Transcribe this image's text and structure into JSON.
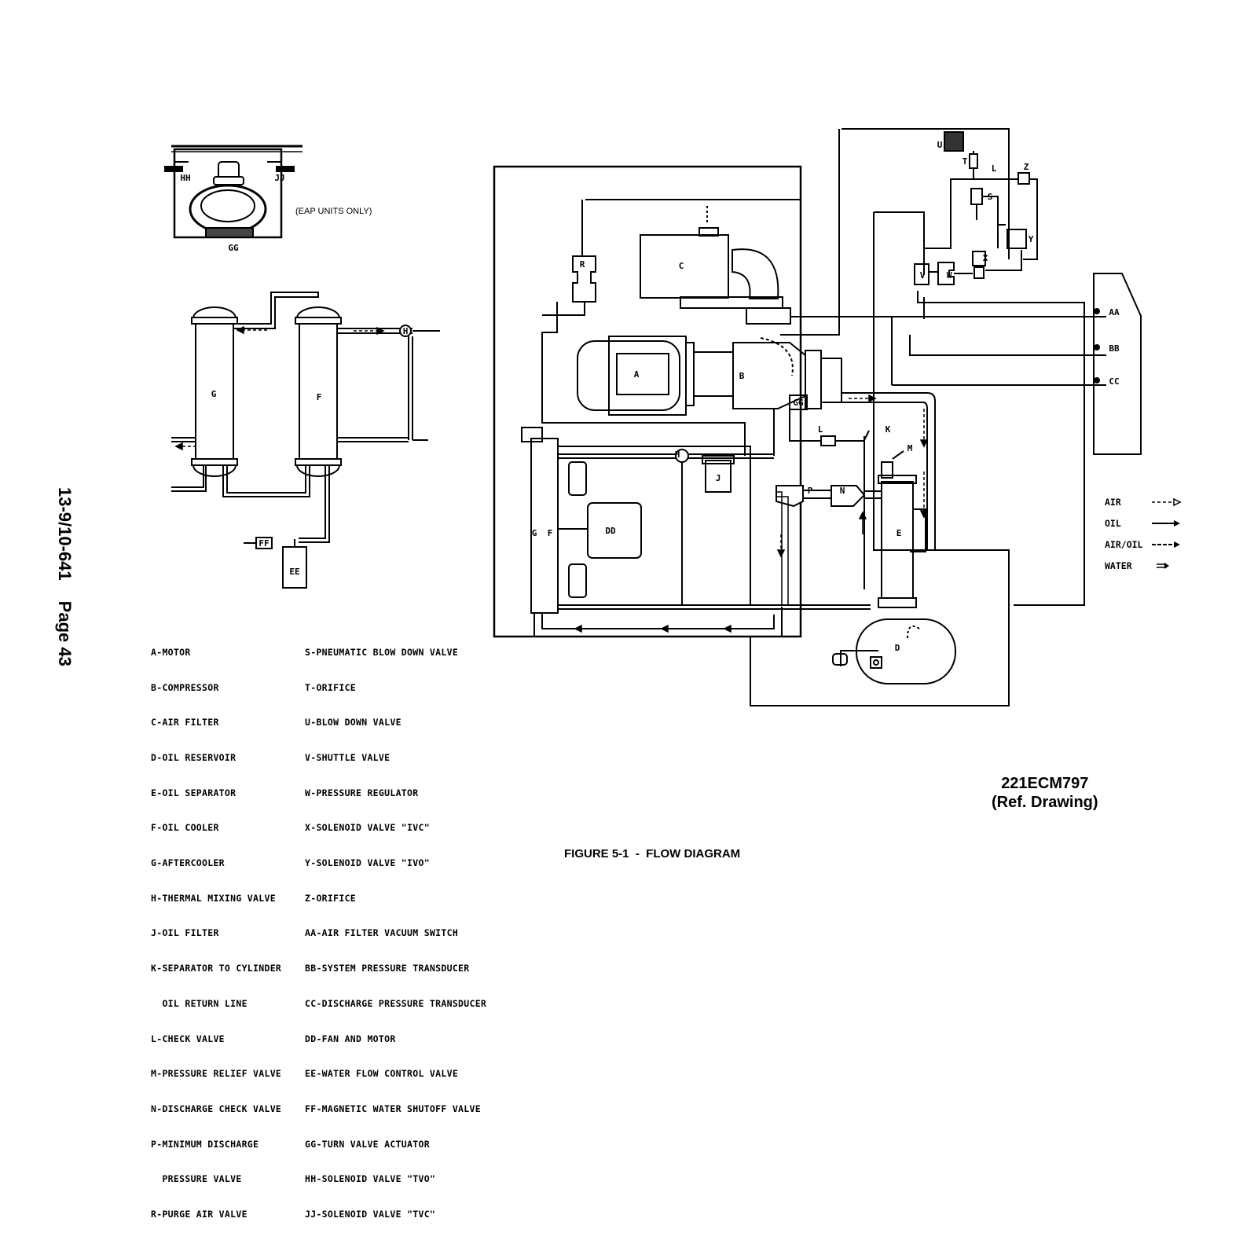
{
  "side_header": {
    "doc_number": "13-9/10-641",
    "page": "Page 43"
  },
  "eap_note": "(EAP UNITS ONLY)",
  "component_labels": {
    "A": "A",
    "B": "B",
    "C": "C",
    "D": "D",
    "E": "E",
    "F": "F",
    "G": "G",
    "H": "H",
    "J": "J",
    "K": "K",
    "L": "L",
    "M": "M",
    "N": "N",
    "P": "P",
    "R": "R",
    "S": "S",
    "T": "T",
    "U": "U",
    "V": "V",
    "W": "W",
    "X": "X",
    "Y": "Y",
    "Z": "Z",
    "AA": "AA",
    "BB": "BB",
    "CC": "CC",
    "DD": "DD",
    "EE": "EE",
    "FF": "FF",
    "GG": "GG",
    "HH": "HH",
    "JJ": "JJ"
  },
  "flow_legend": [
    {
      "label": "AIR",
      "type": "air"
    },
    {
      "label": "OIL",
      "type": "oil"
    },
    {
      "label": "AIR/OIL",
      "type": "airoil"
    },
    {
      "label": "WATER",
      "type": "water"
    }
  ],
  "legend_left": [
    "A-MOTOR",
    "B-COMPRESSOR",
    "C-AIR FILTER",
    "D-OIL RESERVOIR",
    "E-OIL SEPARATOR",
    "F-OIL COOLER",
    "G-AFTERCOOLER",
    "H-THERMAL MIXING VALVE",
    "J-OIL FILTER",
    "K-SEPARATOR TO CYLINDER",
    "  OIL RETURN LINE",
    "L-CHECK VALVE",
    "M-PRESSURE RELIEF VALVE",
    "N-DISCHARGE CHECK VALVE",
    "P-MINIMUM DISCHARGE",
    "  PRESSURE VALVE",
    "R-PURGE AIR VALVE"
  ],
  "legend_right": [
    "S-PNEUMATIC BLOW DOWN VALVE",
    "T-ORIFICE",
    "U-BLOW DOWN VALVE",
    "V-SHUTTLE VALVE",
    "W-PRESSURE REGULATOR",
    "X-SOLENOID VALVE \"IVC\"",
    "Y-SOLENOID VALVE \"IVO\"",
    "Z-ORIFICE",
    "AA-AIR FILTER VACUUM SWITCH",
    "BB-SYSTEM PRESSURE TRANSDUCER",
    "CC-DISCHARGE PRESSURE TRANSDUCER",
    "DD-FAN AND MOTOR",
    "EE-WATER FLOW CONTROL VALVE",
    "FF-MAGNETIC WATER SHUTOFF VALVE",
    "GG-TURN VALVE ACTUATOR",
    "HH-SOLENOID VALVE \"TVO\"",
    "JJ-SOLENOID VALVE \"TVC\""
  ],
  "drawing_ref": {
    "number": "221ECM797",
    "note": "(Ref. Drawing)"
  },
  "caption": "FIGURE 5-1  -  FLOW DIAGRAM"
}
